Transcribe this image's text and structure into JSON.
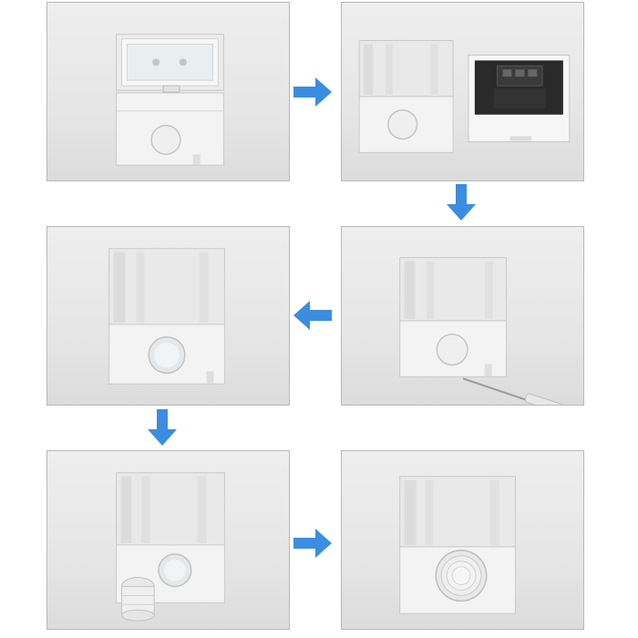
{
  "steps": [
    {
      "id": 1,
      "shows": "assembled-box"
    },
    {
      "id": 2,
      "shows": "box-and-socket-separated"
    },
    {
      "id": 3,
      "shows": "empty-box-with-screwdriver"
    },
    {
      "id": 4,
      "shows": "box-knockout-removed"
    },
    {
      "id": 5,
      "shows": "box-with-cable-gland-beside"
    },
    {
      "id": 6,
      "shows": "box-with-cable-gland-fitted"
    }
  ],
  "colors": {
    "arrow": "#3b8de0",
    "panel_border": "#b9b9b9",
    "panel_bg": "#e8e8e8",
    "box_body": "#f4f4f4",
    "box_shadow": "#c9c9c9",
    "socket_dark": "#2a2a2a"
  },
  "arrows": [
    {
      "from": 1,
      "to": 2,
      "direction": "right"
    },
    {
      "from": 2,
      "to": 3,
      "direction": "down"
    },
    {
      "from": 3,
      "to": 4,
      "direction": "left"
    },
    {
      "from": 4,
      "to": 5,
      "direction": "down"
    },
    {
      "from": 5,
      "to": 6,
      "direction": "right"
    }
  ]
}
